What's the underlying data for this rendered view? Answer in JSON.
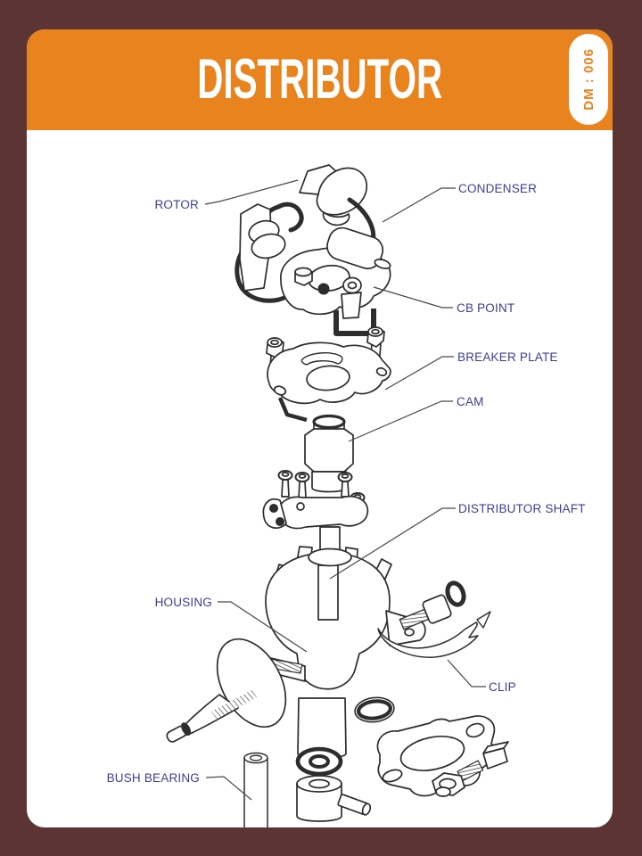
{
  "header": {
    "title": "DISTRIBUTOR",
    "badge": "DM : 006"
  },
  "colors": {
    "background": "#5B3433",
    "card": "#FFFFFF",
    "accent_orange": "#E8831E",
    "label_text": "#3C3E96",
    "drawing_line": "#2D2D2D"
  },
  "diagram": {
    "labels": [
      {
        "id": "rotor",
        "text": "ROTOR"
      },
      {
        "id": "condenser",
        "text": "CONDENSER"
      },
      {
        "id": "cb-point",
        "text": "CB POINT"
      },
      {
        "id": "breaker-plate",
        "text": "BREAKER PLATE"
      },
      {
        "id": "cam",
        "text": "CAM"
      },
      {
        "id": "distributor-shaft",
        "text": "DISTRIBUTOR SHAFT"
      },
      {
        "id": "housing",
        "text": "HOUSING"
      },
      {
        "id": "clip",
        "text": "CLIP"
      },
      {
        "id": "bush-bearing",
        "text": "BUSH BEARING"
      }
    ]
  }
}
